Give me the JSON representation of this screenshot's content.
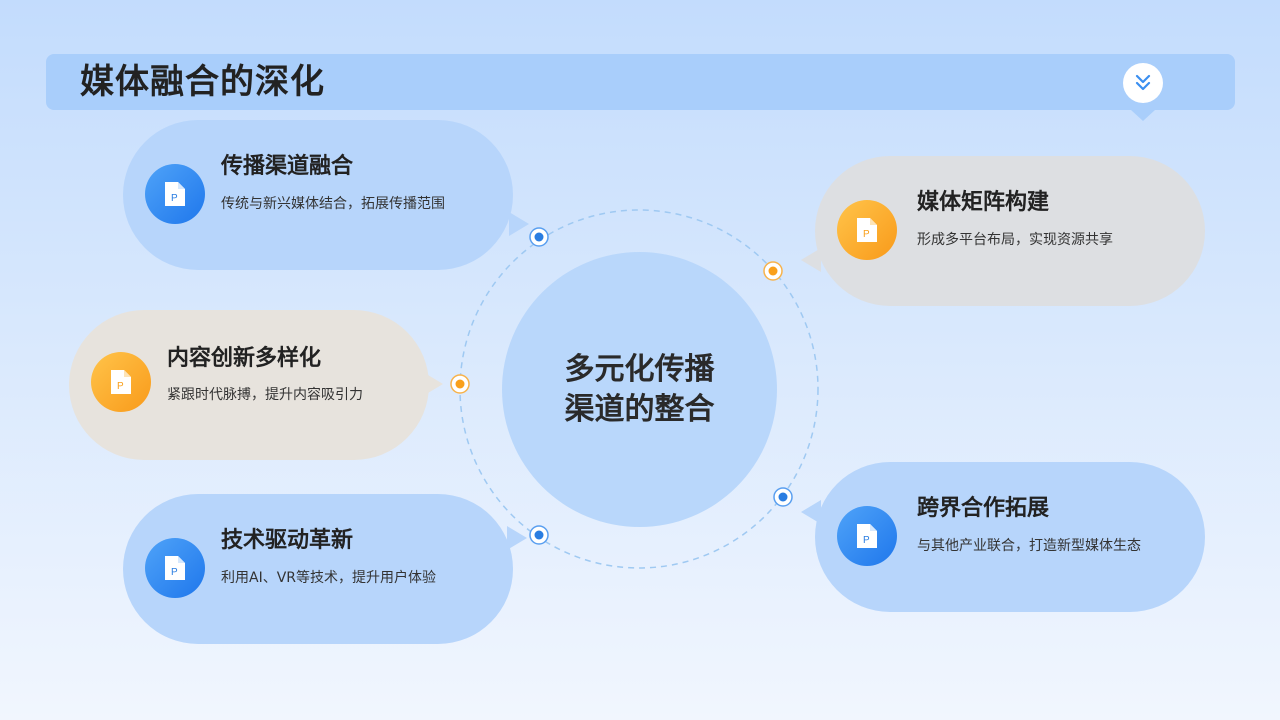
{
  "title": "媒体融合的深化",
  "title_icon": "double-chevron-down-icon",
  "center": {
    "line1": "多元化传播",
    "line2": "渠道的整合"
  },
  "colors": {
    "blue_accent": "#2a7de1",
    "orange_accent": "#f9a01b",
    "blue_bubble": "#b7d5fb",
    "grey_bubble": "#dddfe2",
    "beige_bubble": "#e7e3dd"
  },
  "items": [
    {
      "title": "传播渠道融合",
      "desc": "传统与新兴媒体结合，拓展传播范围",
      "icon": "document-icon"
    },
    {
      "title": "媒体矩阵构建",
      "desc": "形成多平台布局，实现资源共享",
      "icon": "document-icon"
    },
    {
      "title": "内容创新多样化",
      "desc": "紧跟时代脉搏，提升内容吸引力",
      "icon": "document-icon"
    },
    {
      "title": "跨界合作拓展",
      "desc": "与其他产业联合，打造新型媒体生态",
      "icon": "document-icon"
    },
    {
      "title": "技术驱动革新",
      "desc": "利用AI、VR等技术，提升用户体验",
      "icon": "document-icon"
    }
  ]
}
